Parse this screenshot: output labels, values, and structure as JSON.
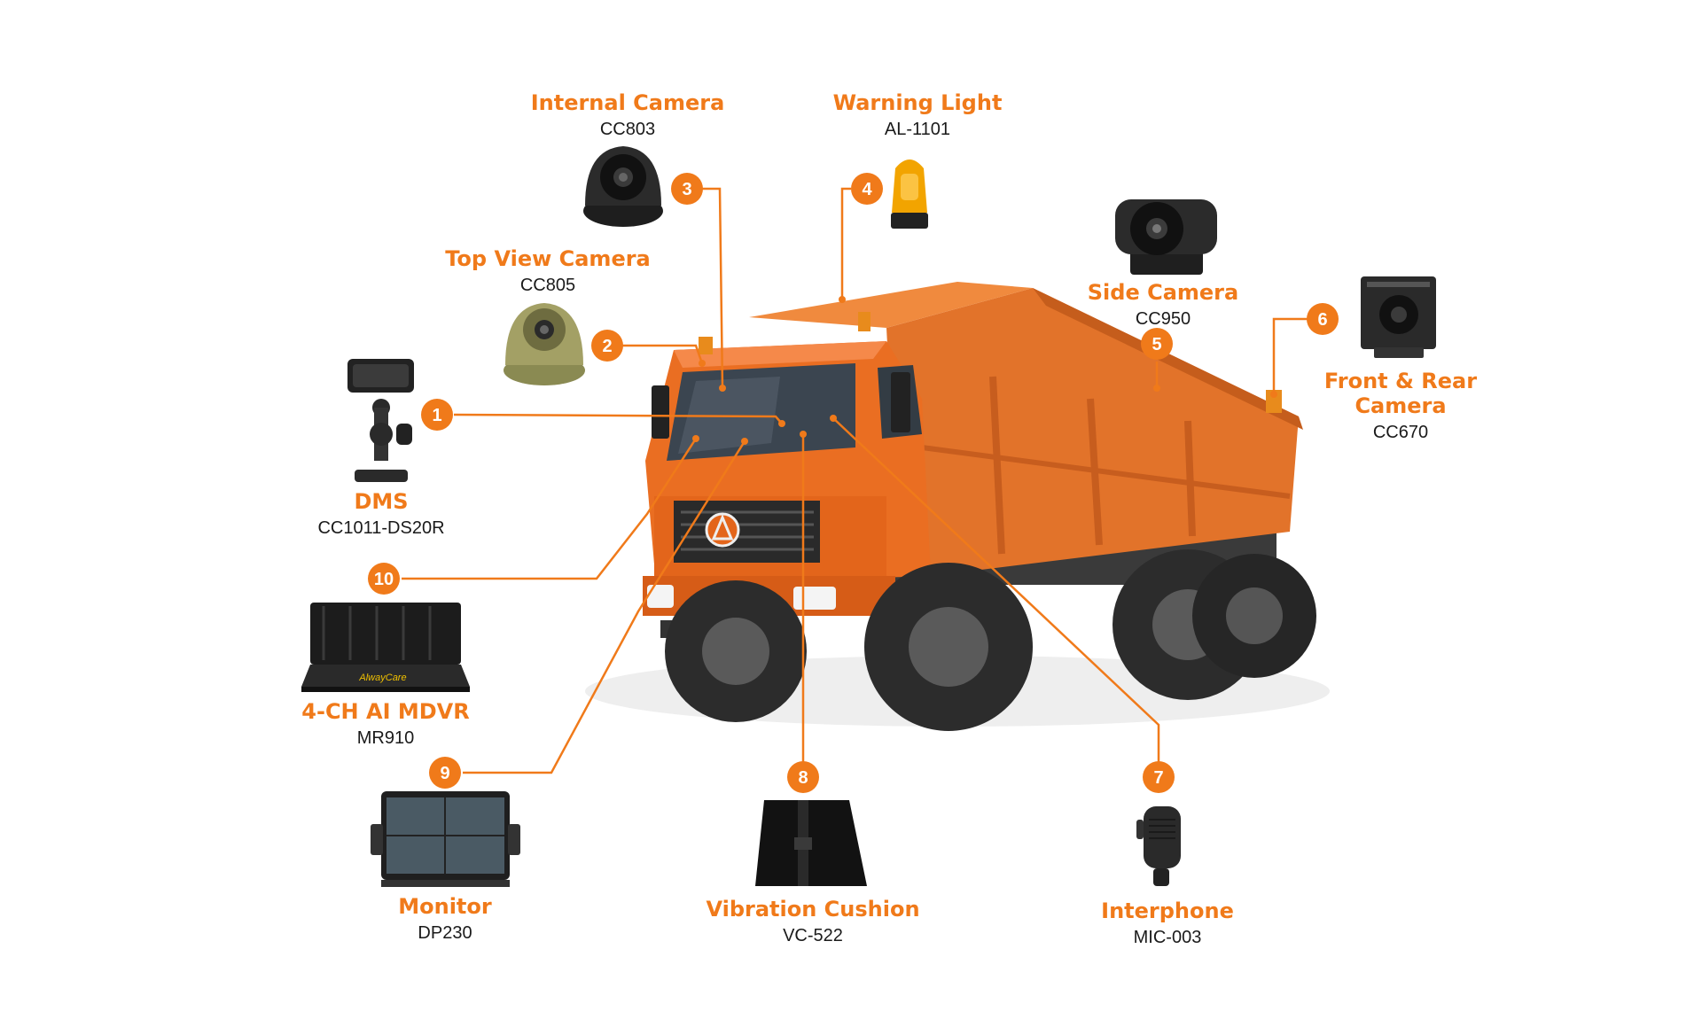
{
  "accent_color": "#f07a1a",
  "components": [
    {
      "number": "1",
      "name": "DMS",
      "model": "CC1011-DS20R",
      "icon": "dms-camera-mount-icon"
    },
    {
      "number": "2",
      "name": "Top View Camera",
      "model": "CC805",
      "icon": "dome-camera-icon"
    },
    {
      "number": "3",
      "name": "Internal Camera",
      "model": "CC803",
      "icon": "dome-camera-icon"
    },
    {
      "number": "4",
      "name": "Warning Light",
      "model": "AL-1101",
      "icon": "beacon-light-icon"
    },
    {
      "number": "5",
      "name": "Side Camera",
      "model": "CC950",
      "icon": "side-camera-icon"
    },
    {
      "number": "6",
      "name": "Front & Rear Camera",
      "name_line1": "Front & Rear",
      "name_line2": "Camera",
      "model": "CC670",
      "icon": "rear-camera-icon"
    },
    {
      "number": "7",
      "name": "Interphone",
      "model": "MIC-003",
      "icon": "handheld-microphone-icon"
    },
    {
      "number": "8",
      "name": "Vibration Cushion",
      "model": "VC-522",
      "icon": "cushion-icon"
    },
    {
      "number": "9",
      "name": "Monitor",
      "model": "DP230",
      "icon": "monitor-icon"
    },
    {
      "number": "10",
      "name": "4-CH AI MDVR",
      "model": "MR910",
      "icon": "mdvr-box-icon"
    }
  ],
  "mdvr_brand": "AlwayCare"
}
